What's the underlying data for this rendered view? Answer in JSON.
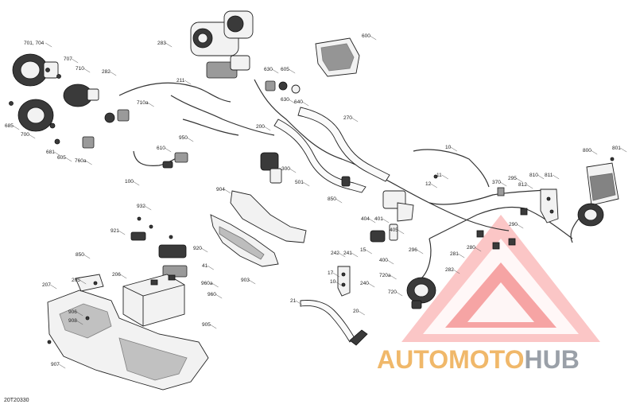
{
  "diagram": {
    "drawing_code": "20T20330",
    "callouts": [
      "701, 704",
      "707",
      "710",
      "282",
      "283",
      "211",
      "710a",
      "600",
      "630",
      "605",
      "630",
      "640",
      "270",
      "200",
      "950",
      "610",
      "100",
      "685",
      "700",
      "681",
      "605",
      "760a",
      "300",
      "501",
      "10",
      "11",
      "12",
      "800",
      "801",
      "850",
      "370",
      "295",
      "810",
      "811",
      "812",
      "290",
      "904",
      "932",
      "921",
      "920",
      "41",
      "903",
      "404",
      "401",
      "405",
      "400",
      "296",
      "281",
      "280",
      "282",
      "242",
      "241",
      "15",
      "17",
      "10",
      "240",
      "720a",
      "720",
      "21",
      "20",
      "850",
      "205",
      "206",
      "207",
      "960a",
      "960",
      "906",
      "908",
      "907",
      "905"
    ],
    "watermark": {
      "brand_part_1": "AUTO",
      "brand_part_2": "MOTO",
      "brand_part_3": "HUB"
    },
    "colors": {
      "watermark_triangle": "#f28080",
      "watermark_orange": "#f0b86a",
      "watermark_gray": "#9aa0a8"
    }
  }
}
